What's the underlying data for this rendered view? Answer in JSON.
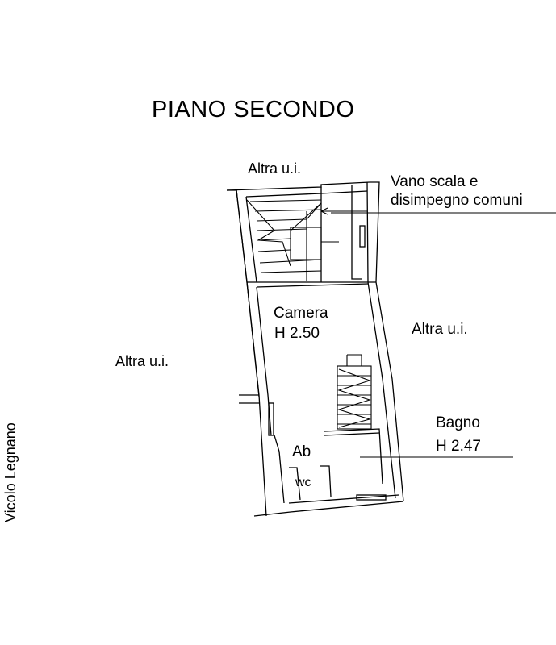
{
  "plan": {
    "title": "PIANO SECONDO",
    "labels": {
      "altra_top": "Altra u.i.",
      "vano_line1": "Vano scala e",
      "vano_line2": "disimpegno comuni",
      "camera_name": "Camera",
      "camera_height": "H 2.50",
      "altra_right": "Altra u.i.",
      "altra_left": "Altra u.i.",
      "bagno_name": "Bagno",
      "bagno_height": "H 2.47",
      "ab": "Ab",
      "wc": "wc",
      "street": "Vicolo Legnano"
    },
    "colors": {
      "ink": "#000000",
      "background": "#ffffff"
    }
  }
}
